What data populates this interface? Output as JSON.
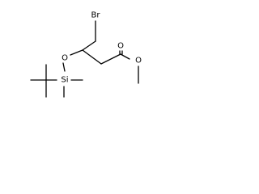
{
  "molecule": {
    "atoms": {
      "br": "Br",
      "o_ether": "O",
      "si": "Si",
      "o_carbonyl": "O",
      "o_ester": "O"
    }
  }
}
